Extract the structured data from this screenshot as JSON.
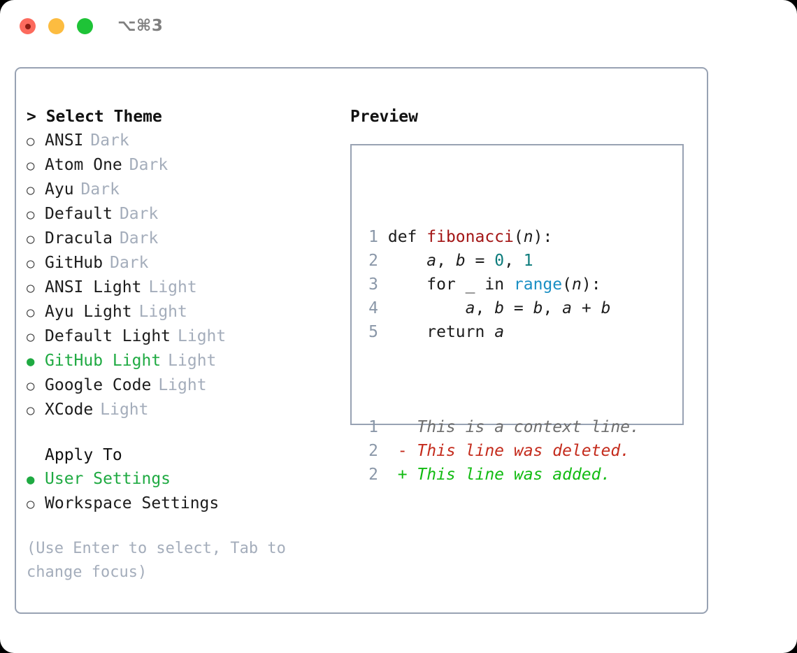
{
  "window": {
    "traffic_lights": [
      "close-dot",
      "minimize-dot",
      "maximize-dot"
    ],
    "shortcut": "⌥⌘3"
  },
  "theme_picker": {
    "header": "> Select Theme",
    "bullet_off": "○",
    "bullet_on": "●",
    "items": [
      {
        "name": "ANSI",
        "variant": "Dark",
        "selected": false
      },
      {
        "name": "Atom One",
        "variant": "Dark",
        "selected": false
      },
      {
        "name": "Ayu",
        "variant": "Dark",
        "selected": false
      },
      {
        "name": "Default",
        "variant": "Dark",
        "selected": false
      },
      {
        "name": "Dracula",
        "variant": "Dark",
        "selected": false
      },
      {
        "name": "GitHub",
        "variant": "Dark",
        "selected": false
      },
      {
        "name": "ANSI Light",
        "variant": "Light",
        "selected": false
      },
      {
        "name": "Ayu Light",
        "variant": "Light",
        "selected": false
      },
      {
        "name": "Default Light",
        "variant": "Light",
        "selected": false
      },
      {
        "name": "GitHub Light",
        "variant": "Light",
        "selected": true
      },
      {
        "name": "Google Code",
        "variant": "Light",
        "selected": false
      },
      {
        "name": "XCode",
        "variant": "Light",
        "selected": false
      }
    ]
  },
  "apply_to": {
    "header": "Apply To",
    "options": [
      {
        "name": "User Settings",
        "selected": true
      },
      {
        "name": "Workspace Settings",
        "selected": false
      }
    ]
  },
  "hint": "(Use Enter to select, Tab to change focus)",
  "preview": {
    "title": "Preview",
    "code_lines": [
      {
        "number": "1",
        "tokens": [
          {
            "text": "def ",
            "type": "plain"
          },
          {
            "text": "fibonacci",
            "type": "func"
          },
          {
            "text": "(",
            "type": "plain"
          },
          {
            "text": "n",
            "type": "ident"
          },
          {
            "text": "):",
            "type": "plain"
          }
        ]
      },
      {
        "number": "2",
        "tokens": [
          {
            "text": "    ",
            "type": "plain"
          },
          {
            "text": "a",
            "type": "ident"
          },
          {
            "text": ", ",
            "type": "plain"
          },
          {
            "text": "b",
            "type": "ident"
          },
          {
            "text": " = ",
            "type": "plain"
          },
          {
            "text": "0",
            "type": "num"
          },
          {
            "text": ", ",
            "type": "plain"
          },
          {
            "text": "1",
            "type": "num"
          }
        ]
      },
      {
        "number": "3",
        "tokens": [
          {
            "text": "    for ",
            "type": "plain"
          },
          {
            "text": "_",
            "type": "plain"
          },
          {
            "text": " in ",
            "type": "plain"
          },
          {
            "text": "range",
            "type": "builtin"
          },
          {
            "text": "(",
            "type": "plain"
          },
          {
            "text": "n",
            "type": "ident"
          },
          {
            "text": "):",
            "type": "plain"
          }
        ]
      },
      {
        "number": "4",
        "tokens": [
          {
            "text": "        ",
            "type": "plain"
          },
          {
            "text": "a",
            "type": "ident"
          },
          {
            "text": ", ",
            "type": "plain"
          },
          {
            "text": "b",
            "type": "ident"
          },
          {
            "text": " = ",
            "type": "plain"
          },
          {
            "text": "b",
            "type": "ident"
          },
          {
            "text": ", ",
            "type": "plain"
          },
          {
            "text": "a",
            "type": "ident"
          },
          {
            "text": " + ",
            "type": "plain"
          },
          {
            "text": "b",
            "type": "ident"
          }
        ]
      },
      {
        "number": "5",
        "tokens": [
          {
            "text": "    return ",
            "type": "plain"
          },
          {
            "text": "a",
            "type": "ident"
          }
        ]
      }
    ],
    "diff_lines": [
      {
        "number": "1",
        "marker": " ",
        "text": "This is a context line.",
        "kind": "context"
      },
      {
        "number": "2",
        "marker": "-",
        "text": "This line was deleted.",
        "kind": "deleted"
      },
      {
        "number": "2",
        "marker": "+",
        "text": "This line was added.",
        "kind": "added"
      }
    ]
  },
  "colors": {
    "accent_green": "#1faa42",
    "diff_add": "#12bb12",
    "diff_del": "#c42b1c",
    "func": "#a31515",
    "number": "#0d7c7c",
    "builtin": "#1a8fc4",
    "muted": "#a4adbb",
    "border": "#98a2b3"
  }
}
